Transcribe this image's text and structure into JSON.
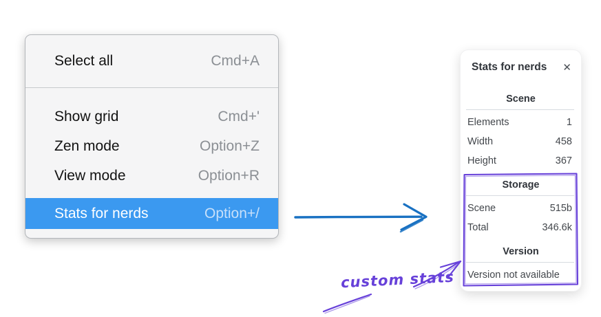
{
  "menu": {
    "items": [
      {
        "label": "Select all",
        "shortcut": "Cmd+A"
      },
      {
        "label": "Show grid",
        "shortcut": "Cmd+'"
      },
      {
        "label": "Zen mode",
        "shortcut": "Option+Z"
      },
      {
        "label": "View mode",
        "shortcut": "Option+R"
      },
      {
        "label": "Stats for nerds",
        "shortcut": "Option+/",
        "highlighted": true
      }
    ],
    "highlight_color": "#3b99f0"
  },
  "stats_panel": {
    "title": "Stats for nerds",
    "close_glyph": "✕",
    "scene_section": {
      "heading": "Scene",
      "rows": [
        {
          "label": "Elements",
          "value": "1"
        },
        {
          "label": "Width",
          "value": "458"
        },
        {
          "label": "Height",
          "value": "367"
        }
      ]
    },
    "storage_section": {
      "heading": "Storage",
      "rows": [
        {
          "label": "Scene",
          "value": "515b"
        },
        {
          "label": "Total",
          "value": "346.6k"
        }
      ]
    },
    "version_section": {
      "heading": "Version",
      "note": "Version not available"
    }
  },
  "annotations": {
    "label": "custom stats",
    "arrow_blue": "#1971c2",
    "accent_purple": "#6741d9"
  }
}
